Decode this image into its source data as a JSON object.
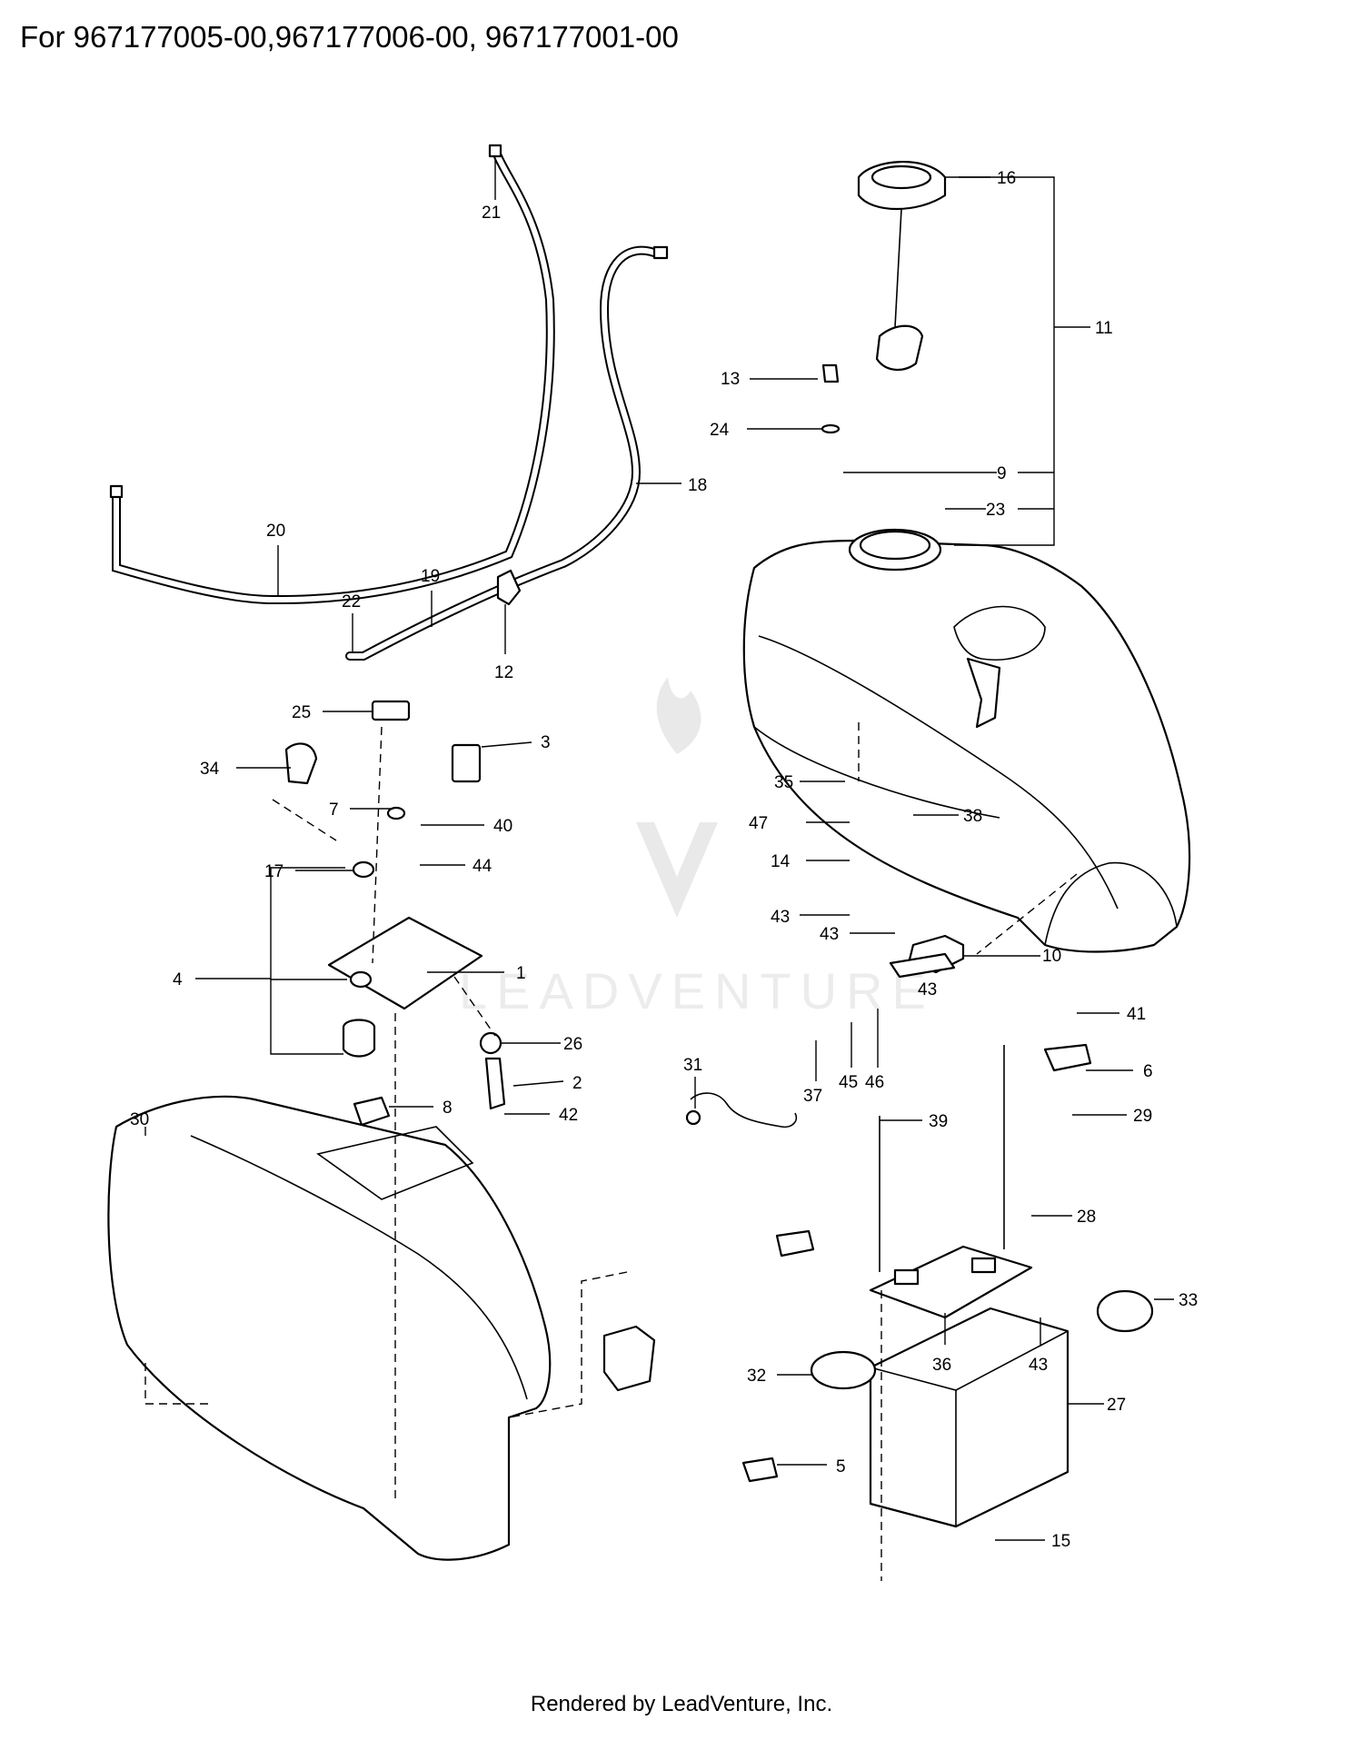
{
  "title": "For 967177005-00,967177006-00, 967177001-00",
  "footer": "Rendered by LeadVenture, Inc.",
  "watermark": "LEADVENTURE",
  "callouts": [
    "1",
    "2",
    "3",
    "4",
    "5",
    "6",
    "7",
    "8",
    "9",
    "10",
    "11",
    "12",
    "13",
    "14",
    "15",
    "16",
    "17",
    "18",
    "19",
    "20",
    "21",
    "22",
    "23",
    "24",
    "25",
    "26",
    "27",
    "28",
    "29",
    "30",
    "31",
    "32",
    "33",
    "34",
    "35",
    "36",
    "37",
    "38",
    "39",
    "40",
    "41",
    "42",
    "43",
    "43",
    "43",
    "43",
    "44",
    "45",
    "46",
    "47"
  ]
}
